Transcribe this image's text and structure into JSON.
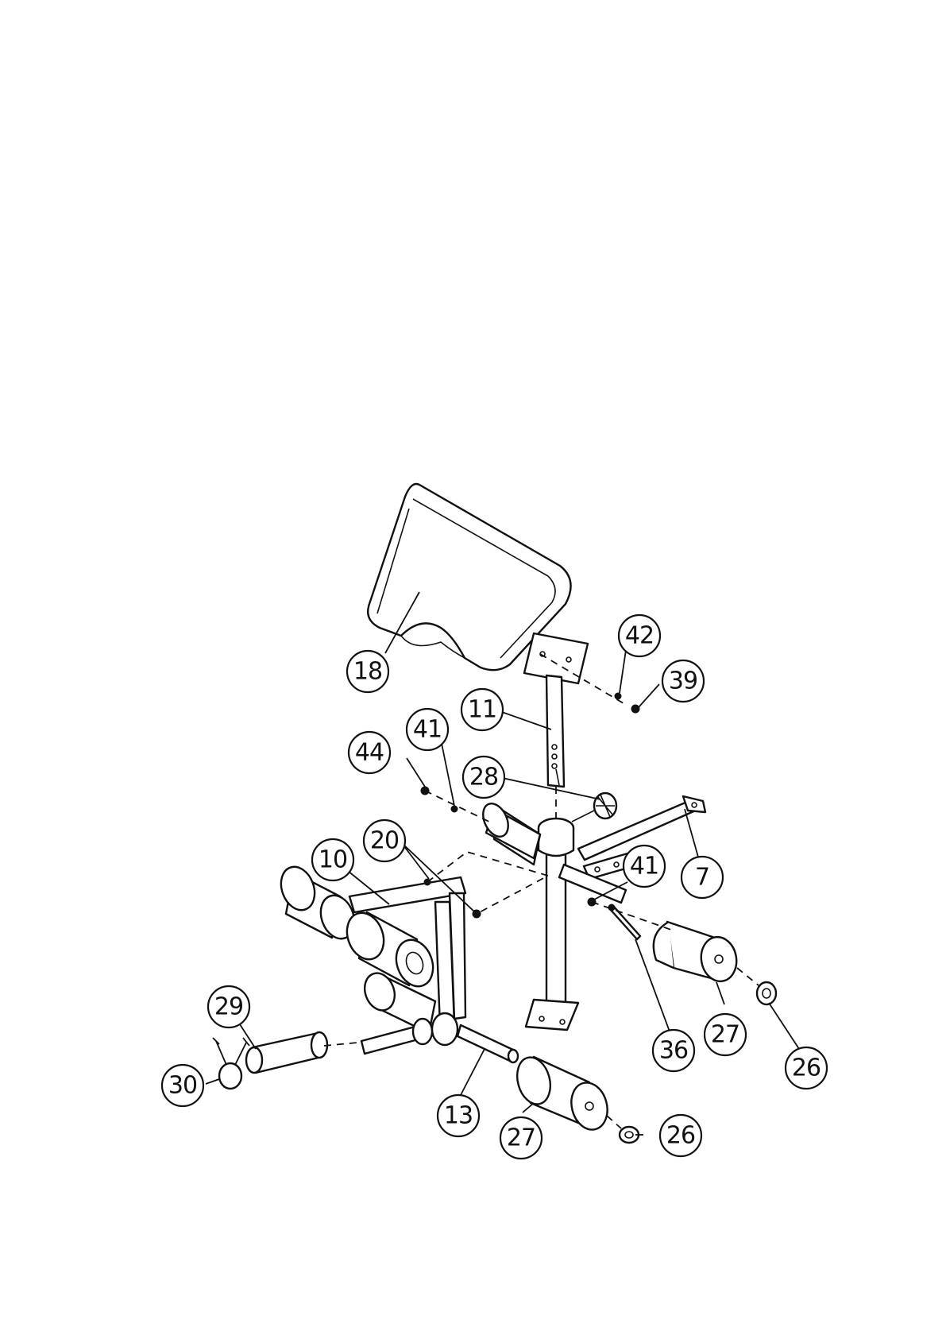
{
  "callouts": [
    {
      "id": "c18",
      "label": "18"
    },
    {
      "id": "c42",
      "label": "42"
    },
    {
      "id": "c39",
      "label": "39"
    },
    {
      "id": "c11",
      "label": "11"
    },
    {
      "id": "c44",
      "label": "44"
    },
    {
      "id": "c41a",
      "label": "41"
    },
    {
      "id": "c28",
      "label": "28"
    },
    {
      "id": "c20",
      "label": "20"
    },
    {
      "id": "c10",
      "label": "10"
    },
    {
      "id": "c41b",
      "label": "41"
    },
    {
      "id": "c7",
      "label": "7"
    },
    {
      "id": "c29",
      "label": "29"
    },
    {
      "id": "c36",
      "label": "36"
    },
    {
      "id": "c27a",
      "label": "27"
    },
    {
      "id": "c26a",
      "label": "26"
    },
    {
      "id": "c30",
      "label": "30"
    },
    {
      "id": "c13",
      "label": "13"
    },
    {
      "id": "c27b",
      "label": "27"
    },
    {
      "id": "c26b",
      "label": "26"
    }
  ]
}
